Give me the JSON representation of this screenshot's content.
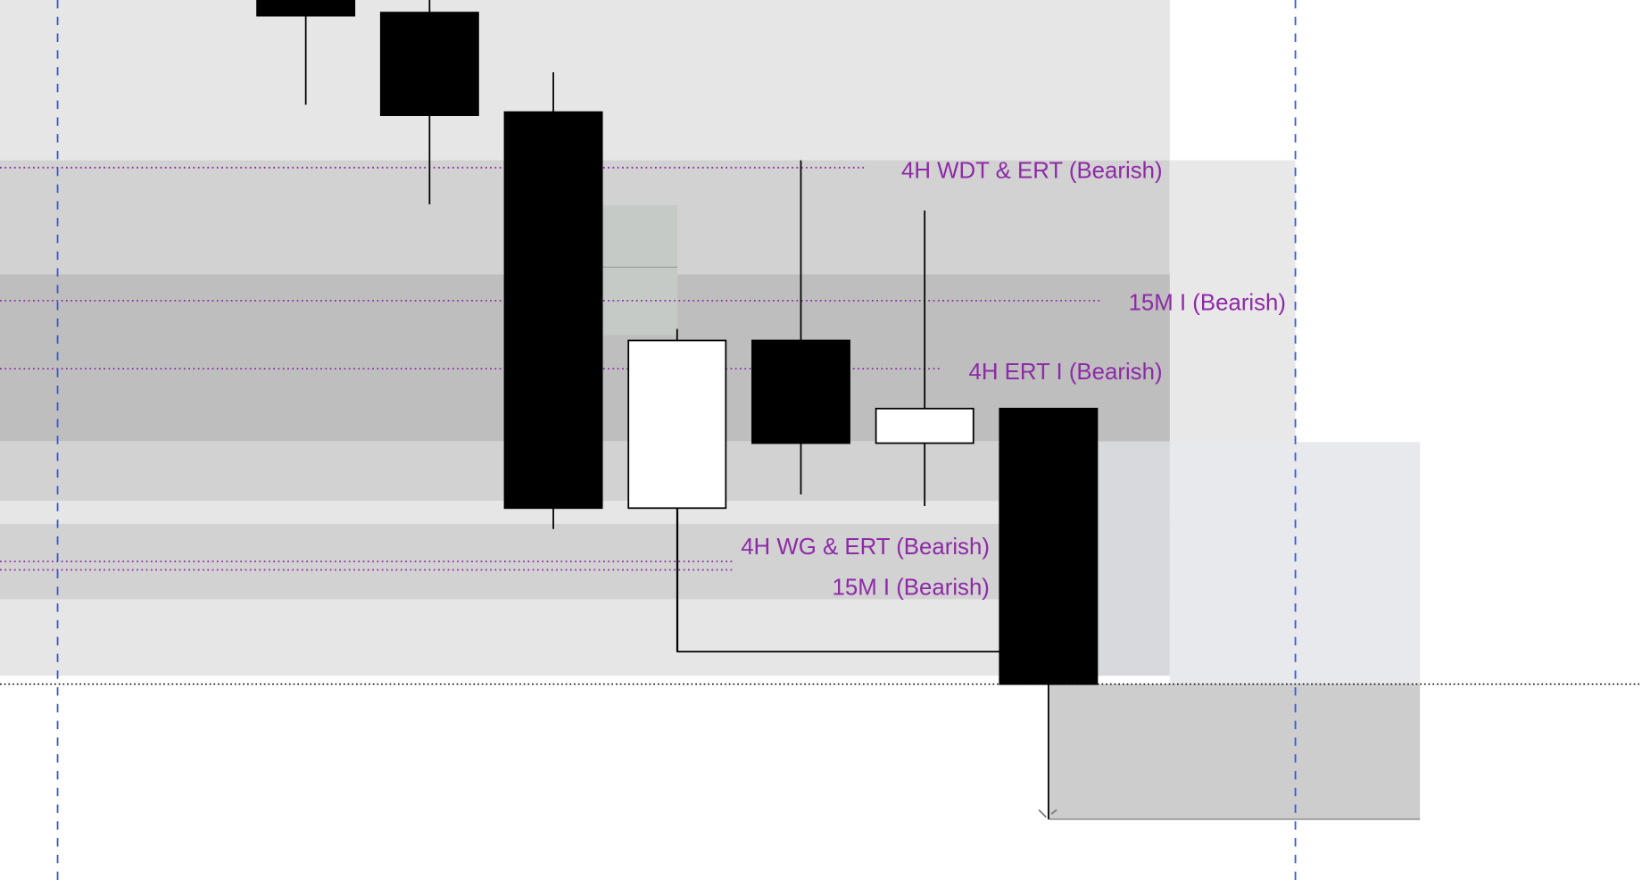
{
  "chart_data": {
    "type": "candlestick",
    "title": "",
    "candles": [
      {
        "index": 1,
        "open": 840,
        "close": 825,
        "high": 845,
        "low": 740,
        "direction": "bearish"
      },
      {
        "index": 2,
        "open": 828,
        "close": 730,
        "high": 845,
        "low": 645,
        "direction": "bearish"
      },
      {
        "index": 3,
        "open": 733,
        "close": 355,
        "high": 771,
        "low": 335,
        "direction": "bearish"
      },
      {
        "index": 4,
        "open": 355,
        "close": 515,
        "high": 526,
        "low": 218,
        "direction": "bullish"
      },
      {
        "index": 5,
        "open": 515,
        "close": 417,
        "high": 687,
        "low": 368,
        "direction": "bearish"
      },
      {
        "index": 6,
        "open": 417,
        "close": 450,
        "high": 639,
        "low": 357,
        "direction": "bullish"
      },
      {
        "index": 7,
        "open": 450,
        "close": 187,
        "high": 450,
        "low": 58,
        "direction": "bearish"
      }
    ],
    "levels": [
      {
        "label": "4H WDT & ERT (Bearish)",
        "value": 680
      },
      {
        "label": "15M I (Bearish)",
        "value": 553
      },
      {
        "label": "4H ERT I (Bearish)",
        "value": 488
      },
      {
        "label": "4H WG & ERT (Bearish)",
        "value": 304
      },
      {
        "label": "15M I (Bearish)",
        "value": 296
      }
    ],
    "reference_line": 187,
    "y_range": [
      0,
      840
    ],
    "colors": {
      "label": "#8e2aa8",
      "vertical_markers": "#3355dd",
      "bull": "#ffffff",
      "bear": "#000000"
    }
  }
}
